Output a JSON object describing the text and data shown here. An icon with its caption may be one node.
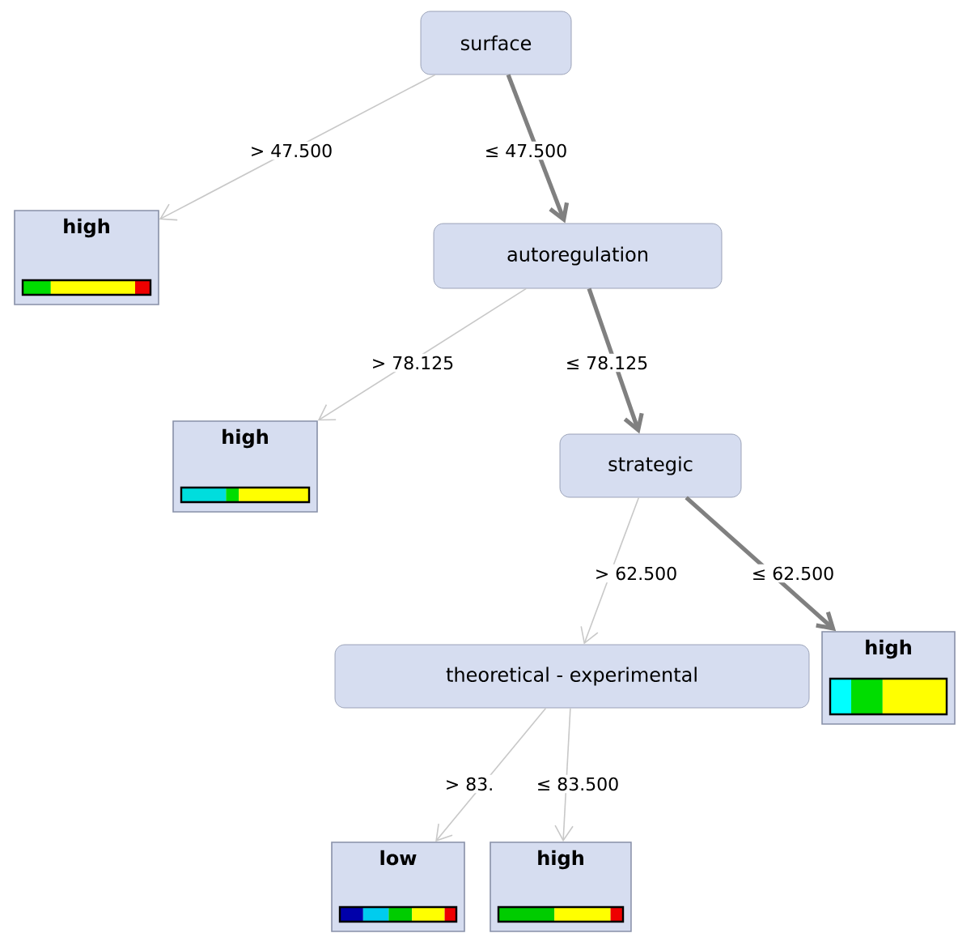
{
  "diagram": {
    "nodes": [
      {
        "text": [
          "surface"
        ]
      },
      {
        "text": [
          "high"
        ]
      },
      {
        "text": [
          "autoregulation"
        ]
      },
      {
        "text": [
          "high"
        ]
      },
      {
        "text": [
          "strategic"
        ]
      },
      {
        "text": [
          "theoretical - experimental"
        ]
      },
      {
        "text": [
          "high"
        ]
      },
      {
        "text": [
          "low"
        ]
      },
      {
        "text": [
          "high"
        ]
      }
    ],
    "edges": [
      {
        "from": 0,
        "to": 1,
        "arrow": "to",
        "label": "> 47.500"
      },
      {
        "from": 0,
        "to": 2,
        "arrow": "to",
        "label": "≤ 47.500",
        "style": "thick",
        "color": "#808080"
      },
      {
        "from": 2,
        "to": 3,
        "arrow": "to",
        "label": "> 78.125"
      },
      {
        "from": 2,
        "to": 4,
        "arrow": "to",
        "label": "≤ 78.125",
        "style": "thick",
        "color": "#808080"
      },
      {
        "from": 4,
        "to": 5,
        "arrow": "to",
        "label": "> 62.500"
      },
      {
        "from": 4,
        "to": 6,
        "arrow": "to",
        "label": "≤ 62.500",
        "style": "thick",
        "color": "#808080"
      },
      {
        "from": 5,
        "to": 7,
        "arrow": "to",
        "label": "> 83."
      },
      {
        "from": 5,
        "to": 8,
        "arrow": "to",
        "label": "≤ 83.500"
      }
    ]
  }
}
